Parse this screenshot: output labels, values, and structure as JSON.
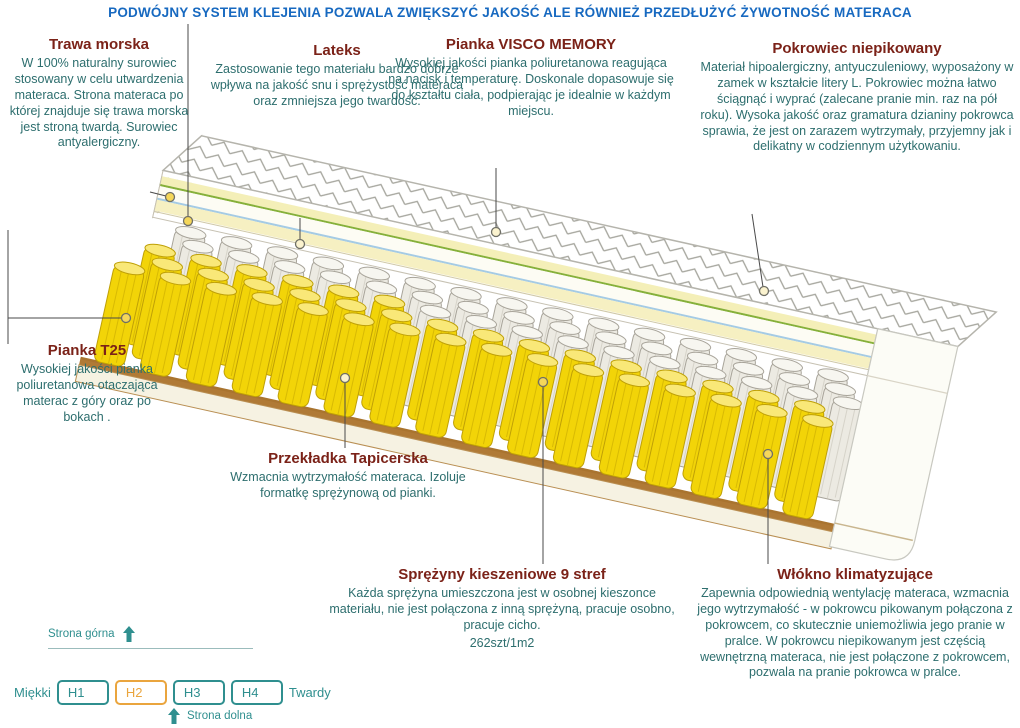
{
  "banner": {
    "text": "PODWÓJNY SYSTEM KLEJENIA POZWALA ZWIĘKSZYĆ JAKOŚĆ ALE RÓWNIEŻ PRZEDŁUŻYĆ ŻYWOTNOŚĆ MATERACA"
  },
  "sections": {
    "trawa": {
      "title": "Trawa morska",
      "body": "W 100% naturalny surowiec stosowany w celu utwardzenia materaca. Strona materaca po której znajduje się trawa morska jest stroną twardą. Surowiec antyalergiczny."
    },
    "lateks": {
      "title": "Lateks",
      "body": "Zastosowanie tego materiału bardzo dobrze wpływa na jakość snu i sprężystość materaca oraz zmniejsza jego twardość."
    },
    "visco": {
      "title": "Pianka VISCO MEMORY",
      "body": "Wysokiej jakości pianka poliuretanowa reagująca na nacisk i temperaturę. Doskonale dopasowuje się do kształtu ciała, podpierając je idealnie w każdym miejscu."
    },
    "pokrowiec": {
      "title": "Pokrowiec niepikowany",
      "body": "Materiał hipoalergiczny, antyuczuleniowy, wyposażony w zamek w kształcie litery L. Pokrowiec można łatwo ściągnąć i wyprać (zalecane pranie min. raz na pół roku). Wysoka jakość oraz gramatura dzianiny pokrowca sprawia, że jest on zarazem wytrzymały, przyjemny jak i delikatny w codziennym użytkowaniu."
    },
    "t25": {
      "title": "Pianka T25",
      "body": "Wysokiej jakości pianka poliuretanowa otaczająca materac z góry oraz po bokach ."
    },
    "przekladka": {
      "title": "Przekładka Tapicerska",
      "body": "Wzmacnia wytrzymałość materaca. Izoluje formatkę sprężynową od pianki."
    },
    "sprezyny": {
      "title": "Sprężyny kieszeniowe 9 stref",
      "body": "Każda sprężyna umieszczona jest w osobnej kieszonce materiału, nie jest połączona z inną sprężyną, pracuje osobno, pracuje cicho.",
      "count": "262szt/1m2"
    },
    "wlokno": {
      "title": "Włókno klimatyzujące",
      "body": "Zapewnia odpowiednią wentylację materaca, wzmacnia jego wytrzymałość - w pokrowcu pikowanym połączona z pokrowcem, co skutecznie uniemożliwia jego pranie w pralce. W pokrowcu niepikowanym jest częścią wewnętrzną materaca, nie jest połączone z pokrowcem, pozwala na pranie pokrowca w pralce."
    }
  },
  "scale": {
    "top_side": "Strona górna",
    "bottom_side": "Strona dolna",
    "soft_label": "Miękki",
    "hard_label": "Twardy",
    "levels": [
      {
        "label": "H1",
        "active": false
      },
      {
        "label": "H2",
        "active": true
      },
      {
        "label": "H3",
        "active": false
      },
      {
        "label": "H4",
        "active": false
      }
    ]
  },
  "colors": {
    "banner_blue": "#1769c0",
    "title_maroon": "#7b2218",
    "body_teal": "#2d6e6e",
    "spring_yellow": "#f2d408",
    "scale_teal": "#2f8f8f",
    "scale_active_orange": "#eaa53e"
  }
}
